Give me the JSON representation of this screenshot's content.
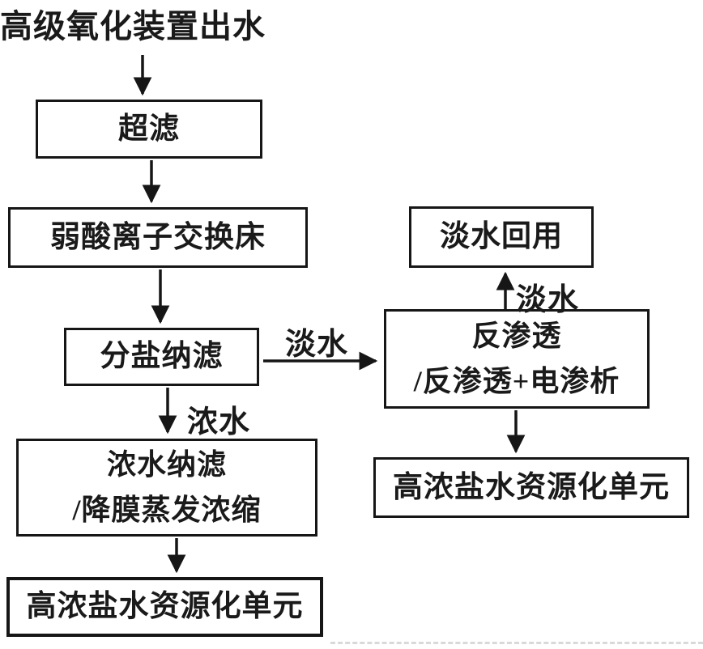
{
  "diagram": {
    "source_label": "高级氧化装置出水",
    "nodes": {
      "ultrafiltration": {
        "label": "超滤"
      },
      "weak_acid_bed": {
        "label": "弱酸离子交换床"
      },
      "salt_nanofiltration": {
        "label": "分盐纳滤"
      },
      "reverse_osmosis": {
        "line1": "反渗透",
        "line2": "/反渗透+电渗析"
      },
      "fresh_water_reuse": {
        "label": "淡水回用"
      },
      "concentrate_nanofiltration": {
        "line1": "浓水纳滤",
        "line2": "/降膜蒸发浓缩"
      },
      "brine_resource_unit_left": {
        "label": "高浓盐水资源化单元"
      },
      "brine_resource_unit_right": {
        "label": "高浓盐水资源化单元"
      }
    },
    "edge_labels": {
      "nf_fresh_water": "淡水",
      "ro_fresh_water": "淡水",
      "nf_concentrate": "浓水"
    },
    "colors": {
      "ink": "#1a1a1a",
      "background": "#ffffff",
      "artifact_line": "#d9d9d9"
    }
  }
}
